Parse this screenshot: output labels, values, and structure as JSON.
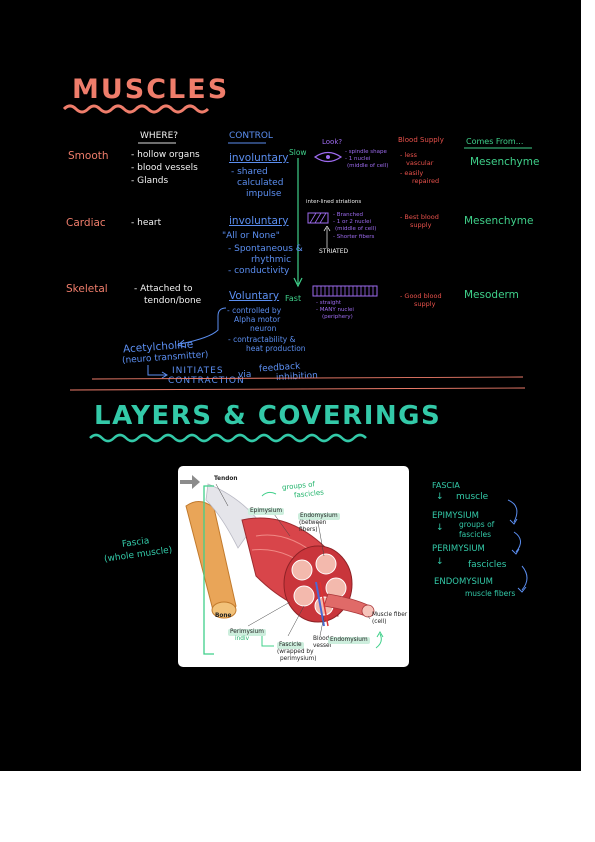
{
  "muscles": {
    "title": "MUSCLES",
    "headers": {
      "where": "WHERE?",
      "control": "CONTROL",
      "look": "Look?",
      "blood_supply": "Blood Supply",
      "comes_from": "Comes From..."
    },
    "rows": {
      "smooth": {
        "name": "Smooth",
        "where": [
          "- hollow organs",
          "- blood vessels",
          "- Glands"
        ],
        "control": [
          "involuntary",
          "- shared",
          "calculated",
          "impulse"
        ],
        "look": [
          "- spindle shape",
          "- 1 nuclei",
          "(middle of cell)"
        ],
        "blood": [
          "- less",
          "vascular",
          "- easily",
          "repaired"
        ],
        "origin": "Mesenchyme"
      },
      "cardiac": {
        "name": "Cardiac",
        "where": [
          "- heart"
        ],
        "control": [
          "involuntary",
          "\"All or None\"",
          "- Spontaneous &",
          "rhythmic",
          "- conductivity"
        ],
        "look": [
          "inter-lined striations",
          "- Branched",
          "- 1 or 2 nuclei",
          "(middle of cell)",
          "- Shorter fibers",
          "STRIATED"
        ],
        "blood": [
          "- Best blood",
          "supply"
        ],
        "origin": "Mesenchyme"
      },
      "skeletal": {
        "name": "Skeletal",
        "where": [
          "- Attached to",
          "tendon/bone"
        ],
        "control": [
          "Voluntary",
          "- controlled by",
          "Alpha motor",
          "neuron",
          "- contractability &",
          "heat production"
        ],
        "look": [
          "- straight",
          "- MANY nuclei",
          "(periphery)"
        ],
        "blood": [
          "- Good blood",
          "supply"
        ],
        "origin": "Mesoderm"
      }
    },
    "speed": {
      "slow": "Slow",
      "fast": "Fast"
    },
    "notes": {
      "acetylcholine": "Acetylcholine",
      "neurotransmitter": "(neuro transmitter)",
      "initiates": "INITIATES",
      "contraction": "CONTRACTION",
      "via": "via",
      "feedback": "feedback",
      "inhibition": "inhibition"
    }
  },
  "layers": {
    "title": "LAYERS & COVERINGS",
    "fascia_note": [
      "Fascia",
      "(whole muscle)"
    ],
    "figure": {
      "tendon": "Tendon",
      "groups_of": "groups of",
      "fascicles": "fascicles",
      "epimysium": "Epimysium",
      "endomysium_top": "Endomysium",
      "between": "(between",
      "fibers": "fibers)",
      "bone": "Bone",
      "perimysium": "Perimysium",
      "indiv": "indiv",
      "fascicle": "Fascicle",
      "wrapped_by": "(wrapped by",
      "perimysium_paren": "perimysium)",
      "blood": "Blood",
      "vessel": "vessel",
      "endomysium_bottom": "Endomysium",
      "muscle_fiber": "Muscle fiber",
      "cell": "(cell)"
    },
    "hierarchy": [
      {
        "layer": "FASCIA",
        "note": "muscle"
      },
      {
        "layer": "EPIMYSIUM",
        "note": "groups of fascicles"
      },
      {
        "layer": "PERIMYSIUM",
        "note": "fascicles"
      },
      {
        "layer": "ENDOMYSIUM",
        "note": "muscle fibers"
      }
    ]
  },
  "colors": {
    "background": "#000000",
    "coral": "#ef7d6b",
    "blue": "#5b8ef0",
    "green": "#3fd08a",
    "violet": "#9e6bf0",
    "red": "#e8514b",
    "teal": "#33c9a8"
  }
}
